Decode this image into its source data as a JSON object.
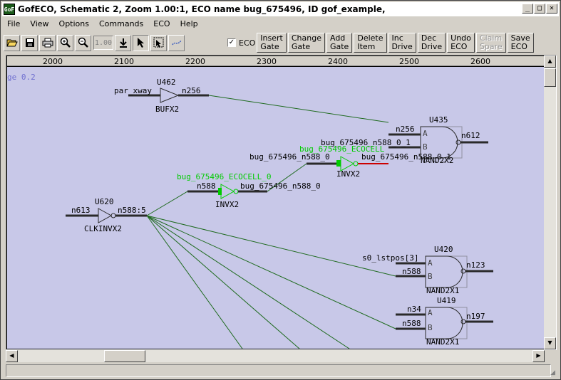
{
  "window": {
    "title": "GofECO, Schematic 2, Zoom 1.00:1, ECO name bug_675496, ID gof_example,",
    "app_icon": "GoF",
    "minimize": "_",
    "maximize": "□",
    "close": "✕"
  },
  "menu": [
    "File",
    "View",
    "Options",
    "Commands",
    "ECO",
    "Help"
  ],
  "toolbar": {
    "icons": [
      "open-icon",
      "save-icon",
      "print-icon",
      "zoom-in-icon",
      "zoom-out-icon"
    ],
    "zoom_value": "1.00",
    "eco_label": "ECO",
    "eco_checked": "✓",
    "buttons": [
      {
        "label": "Insert\nGate",
        "enabled": true
      },
      {
        "label": "Change\nGate",
        "enabled": true
      },
      {
        "label": "Add\nGate",
        "enabled": true
      },
      {
        "label": "Delete\nItem",
        "enabled": true
      },
      {
        "label": "Inc\nDrive",
        "enabled": true
      },
      {
        "label": "Dec\nDrive",
        "enabled": true
      },
      {
        "label": "Undo\nECO",
        "enabled": true
      },
      {
        "label": "Claim\nSpare",
        "enabled": false
      },
      {
        "label": "Save\nECO",
        "enabled": true
      }
    ]
  },
  "ruler": {
    "ticks": [
      "2000",
      "2100",
      "2200",
      "2300",
      "2400",
      "2500",
      "2600"
    ]
  },
  "schematic": {
    "page_label": "ge 0.2",
    "gates": {
      "u462": {
        "inst": "U462",
        "cell": "BUFX2",
        "in_net": "par_xway",
        "out_net": "n256"
      },
      "u435": {
        "inst": "U435",
        "cell": "NAND2X2",
        "a_net": "n256",
        "b_net": "bug_675496_n588_0_1",
        "out_net": "n612",
        "pin_a": "A",
        "pin_b": "B"
      },
      "eco1": {
        "name": "bug_675496_ECOCELL",
        "cell": "INVX2",
        "in_net": "bug_675496_n588_0",
        "out_net": "bug_675496_n588_0_1"
      },
      "eco0": {
        "name": "bug_675496_ECOCELL_0",
        "cell": "INVX2",
        "in_net": "n588",
        "out_net": "bug_675496_n588_0"
      },
      "u620": {
        "inst": "U620",
        "cell": "CLKINVX2",
        "in_net": "n613",
        "out_net": "n588:5"
      },
      "u420": {
        "inst": "U420",
        "cell": "NAND2X1",
        "a_net": "s0_lstpos[3]",
        "b_net": "n588",
        "out_net": "n123",
        "pin_a": "A",
        "pin_b": "B"
      },
      "u419": {
        "inst": "U419",
        "cell": "NAND2X1",
        "a_net": "n34",
        "b_net": "n588",
        "out_net": "n197",
        "pin_a": "A",
        "pin_b": "B"
      }
    }
  },
  "colors": {
    "canvas": "#c8c8e8",
    "wire": "#1f6b1f",
    "eco": "#00cc00",
    "gate": "#2a2a2a",
    "highlight": "#cc0000"
  }
}
